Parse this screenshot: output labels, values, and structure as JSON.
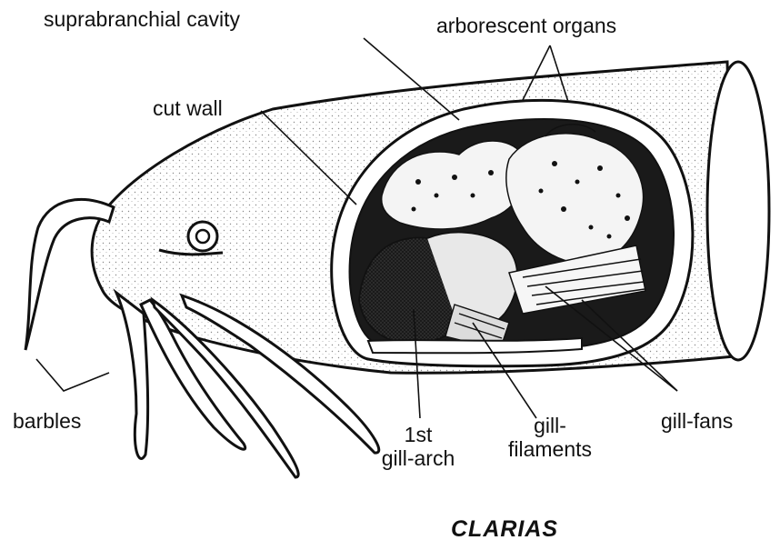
{
  "diagram": {
    "title": "CLARIAS",
    "labels": {
      "suprabranchial_cavity": "suprabranchial cavity",
      "arborescent_organs": "arborescent organs",
      "cut_wall": "cut wall",
      "barbles": "barbles",
      "first_gill_arch": "1st\ngill-arch",
      "gill_filaments": "gill-\nfilaments",
      "gill_fans": "gill-fans"
    },
    "colors": {
      "ink": "#111111",
      "stipple": "#8a8a8a",
      "background": "#ffffff"
    }
  }
}
